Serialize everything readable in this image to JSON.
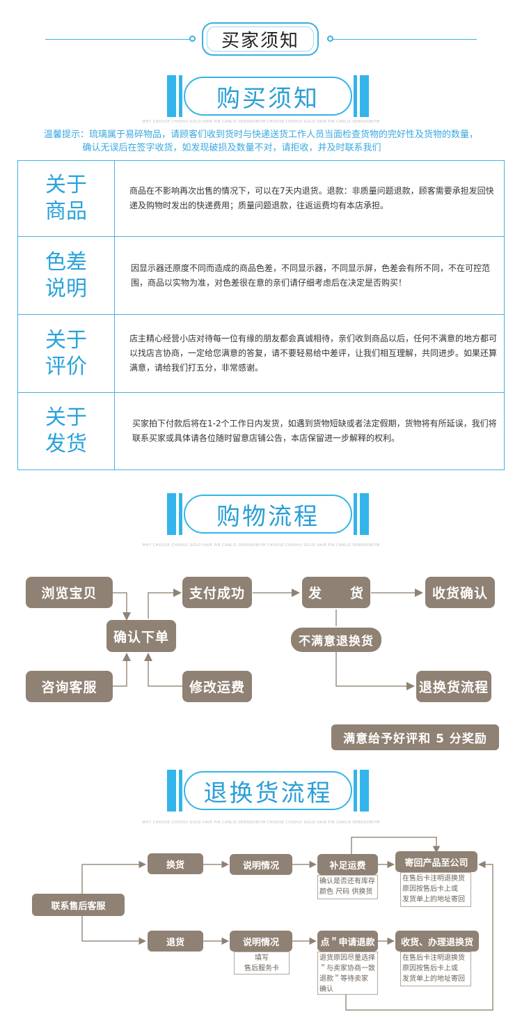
{
  "header": {
    "title": "买家须知"
  },
  "sections": {
    "purchase": {
      "title": "购买须知",
      "tagline": "WHY CHOOSE CHISHUI GOLD HAIR PIN CANLIS DENDROBIYM CHOOSE CHISHUI GOLD HAIR PIN CANLIS DENDROBIYM"
    },
    "shopping": {
      "title": "购物流程",
      "tagline": "WHY CHOOSE CHISHUI GOLD HAIR PIN CANLIS DENDROBIYM CHOOSE CHISHUI GOLD HAIR PIN CANLIS DENDROBIYM"
    },
    "returns": {
      "title": "退换货流程",
      "tagline": "WHY CHOOSE CHISHUI GOLD HAIR PIN CANLIS DENDROBIYM CHOOSE CHISHUI GOLD HAIR PIN CANLIS DENDROBIYM"
    }
  },
  "notice": {
    "line1": "温馨提示：琉璃属于易碎物品，请顾客们收到货时与快递送货工作人员当面检查货物的完好性及货物的数量，",
    "line2": "确认无误后在签字收货，如发现破损及数量不对，请拒收，并及时联系我们"
  },
  "info_rows": [
    {
      "head": "关于商品",
      "text": "商品在不影响再次出售的情况下，可以在7天内退货。退款：非质量问题退款，顾客需要承担发回快递及购物时发出的快递费用；质量问题退款，往返运费均有本店承担。"
    },
    {
      "head": "色差说明",
      "text": "因显示器还原度不同而造成的商品色差，不同显示器，不同显示屏，色差会有所不同，不在可控范围，商品以实物为准，对色差很在意的亲们请仔细考虑后在决定是否购买！"
    },
    {
      "head": "关于评价",
      "text": "店主精心经营小店对待每一位有缘的朋友都会真诚相待，亲们收到商品以后，任何不满意的地方都可以找店言协商，一定给您满意的答复，请不要轻易给中差评，让我们相互理解，共同进步。如果还算满意，请给我们打五分，非常感谢。"
    },
    {
      "head": "关于发货",
      "text": "买家拍下付款后将在1-2个工作日内发货，如遇到货物短缺或者法定假期，货物将有所延误，我们将联系买家或具体请各位随时留意店铺公告，本店保留进一步解释的权利。"
    }
  ],
  "shopping_flow": {
    "browse": "浏览宝贝",
    "consult": "咨询客服",
    "confirm": "确认下单",
    "modify": "修改运费",
    "paid": "支付成功",
    "ship": "发　　货",
    "receive": "收货确认",
    "unsatisfied": "不满意退换货",
    "return_flow": "退换货流程",
    "reward": "满意给予好评和 5 分奖励"
  },
  "return_flow": {
    "contact": "联系售后客服",
    "exchange": "换货",
    "refund": "退货",
    "explain1": "说明情况",
    "explain2": "说明情况",
    "fill_card": "填写\n售后服务卡",
    "pay_shipping": "补足运费",
    "pay_note": "确认是否还有库存\n颜色 尺码 供换货",
    "send_back": "寄回产品至公司",
    "send_note": "在售后卡注明退换货\n原因按售后卡上或\n发货单上的地址寄回",
    "apply_refund": "点＂申请退款",
    "apply_note": "退货原因尽量选择\n＂与卖家协商一致\n退款＂等待卖家\n确认",
    "receive_refund": "收货、办理退换货",
    "receive_note": "在售后卡注明退换货\n原因按售后卡上或\n发货单上的地址寄回"
  },
  "colors": {
    "accent": "#33b4ea",
    "flow_box": "#8f8173",
    "text": "#333333"
  }
}
